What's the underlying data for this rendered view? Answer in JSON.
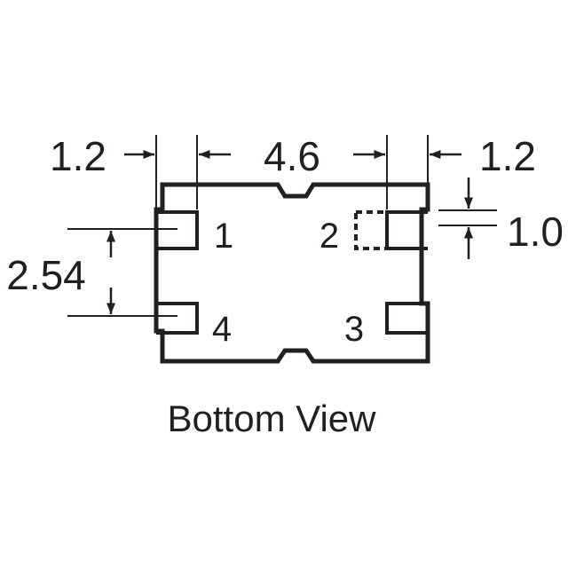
{
  "dimensions": {
    "left_pad_width": "1.2",
    "pad_span": "4.6",
    "right_pad_width": "1.2",
    "pad_height": "1.0",
    "pitch": "2.54"
  },
  "pins": {
    "pin1": "1",
    "pin2": "2",
    "pin3": "3",
    "pin4": "4"
  },
  "caption": "Bottom View"
}
